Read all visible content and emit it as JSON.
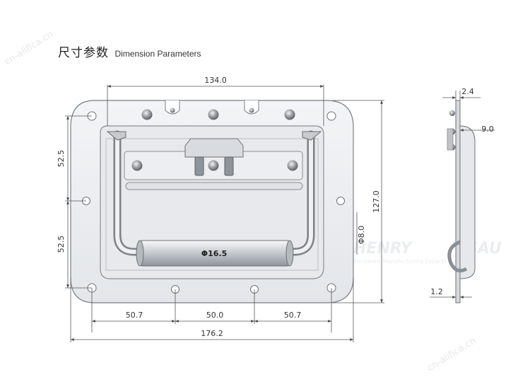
{
  "title": {
    "cn": "尺寸参数",
    "en": "Dimension Parameters"
  },
  "dimensions": {
    "top_width": "134.0",
    "height": "127.0",
    "left_upper": "52.5",
    "left_lower": "52.5",
    "bottom_left": "50.7",
    "bottom_mid": "50.0",
    "bottom_right": "50.7",
    "overall_width": "176.2",
    "handle_diameter": "Φ16.5",
    "rod_diameter": "Φ8.0",
    "side_plate": "2.4",
    "side_depth": "9.0",
    "side_thickness": "1.2"
  },
  "watermark": {
    "brand_a": "HENRY",
    "brand_b": "SAU",
    "tagline": "Hardware Manufacturing Experts",
    "site": "cn-aiifica.cn"
  },
  "colors": {
    "line": "#444444",
    "plate_fill": "#eef0f3",
    "plate_stroke": "#7a7f86"
  }
}
